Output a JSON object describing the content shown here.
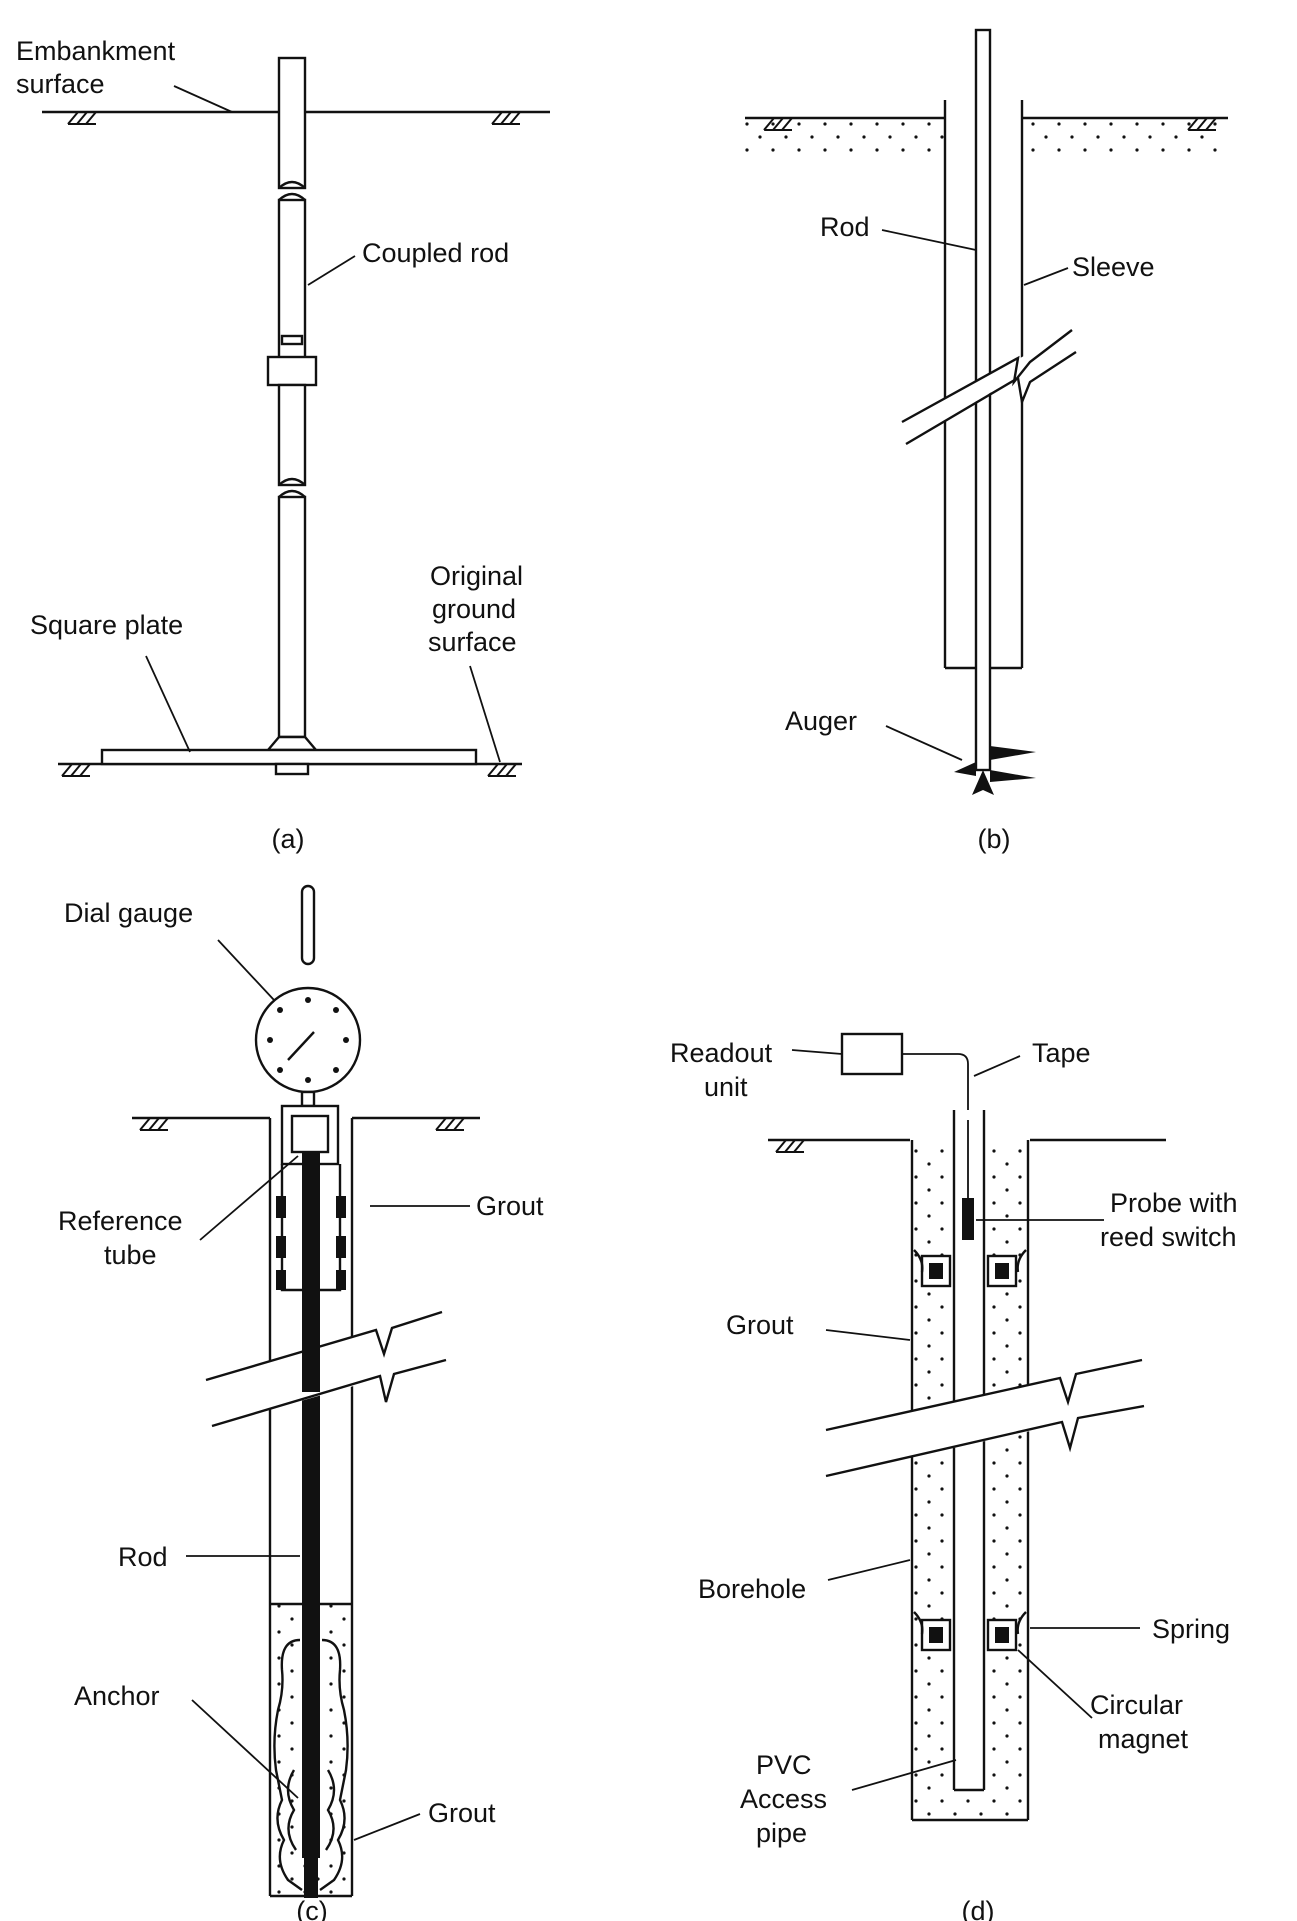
{
  "panels": {
    "a": {
      "caption": "(a)",
      "labels": {
        "embankment_1": "Embankment",
        "embankment_2": "surface",
        "coupled_rod": "Coupled rod",
        "square_plate": "Square plate",
        "original_1": "Original",
        "original_2": "ground",
        "original_3": "surface"
      }
    },
    "b": {
      "caption": "(b)",
      "labels": {
        "rod": "Rod",
        "sleeve": "Sleeve",
        "auger": "Auger"
      }
    },
    "c": {
      "caption": "(c)",
      "labels": {
        "dial_gauge": "Dial gauge",
        "reference_1": "Reference",
        "reference_2": "tube",
        "grout_top": "Grout",
        "rod": "Rod",
        "anchor": "Anchor",
        "grout_bottom": "Grout"
      }
    },
    "d": {
      "caption": "(d)",
      "labels": {
        "readout_1": "Readout",
        "readout_2": "unit",
        "tape": "Tape",
        "probe_1": "Probe with",
        "probe_2": "reed switch",
        "grout": "Grout",
        "borehole": "Borehole",
        "spring": "Spring",
        "magnet_1": "Circular",
        "magnet_2": "magnet",
        "pvc_1": "PVC",
        "pvc_2": "Access",
        "pvc_3": "pipe"
      }
    }
  }
}
